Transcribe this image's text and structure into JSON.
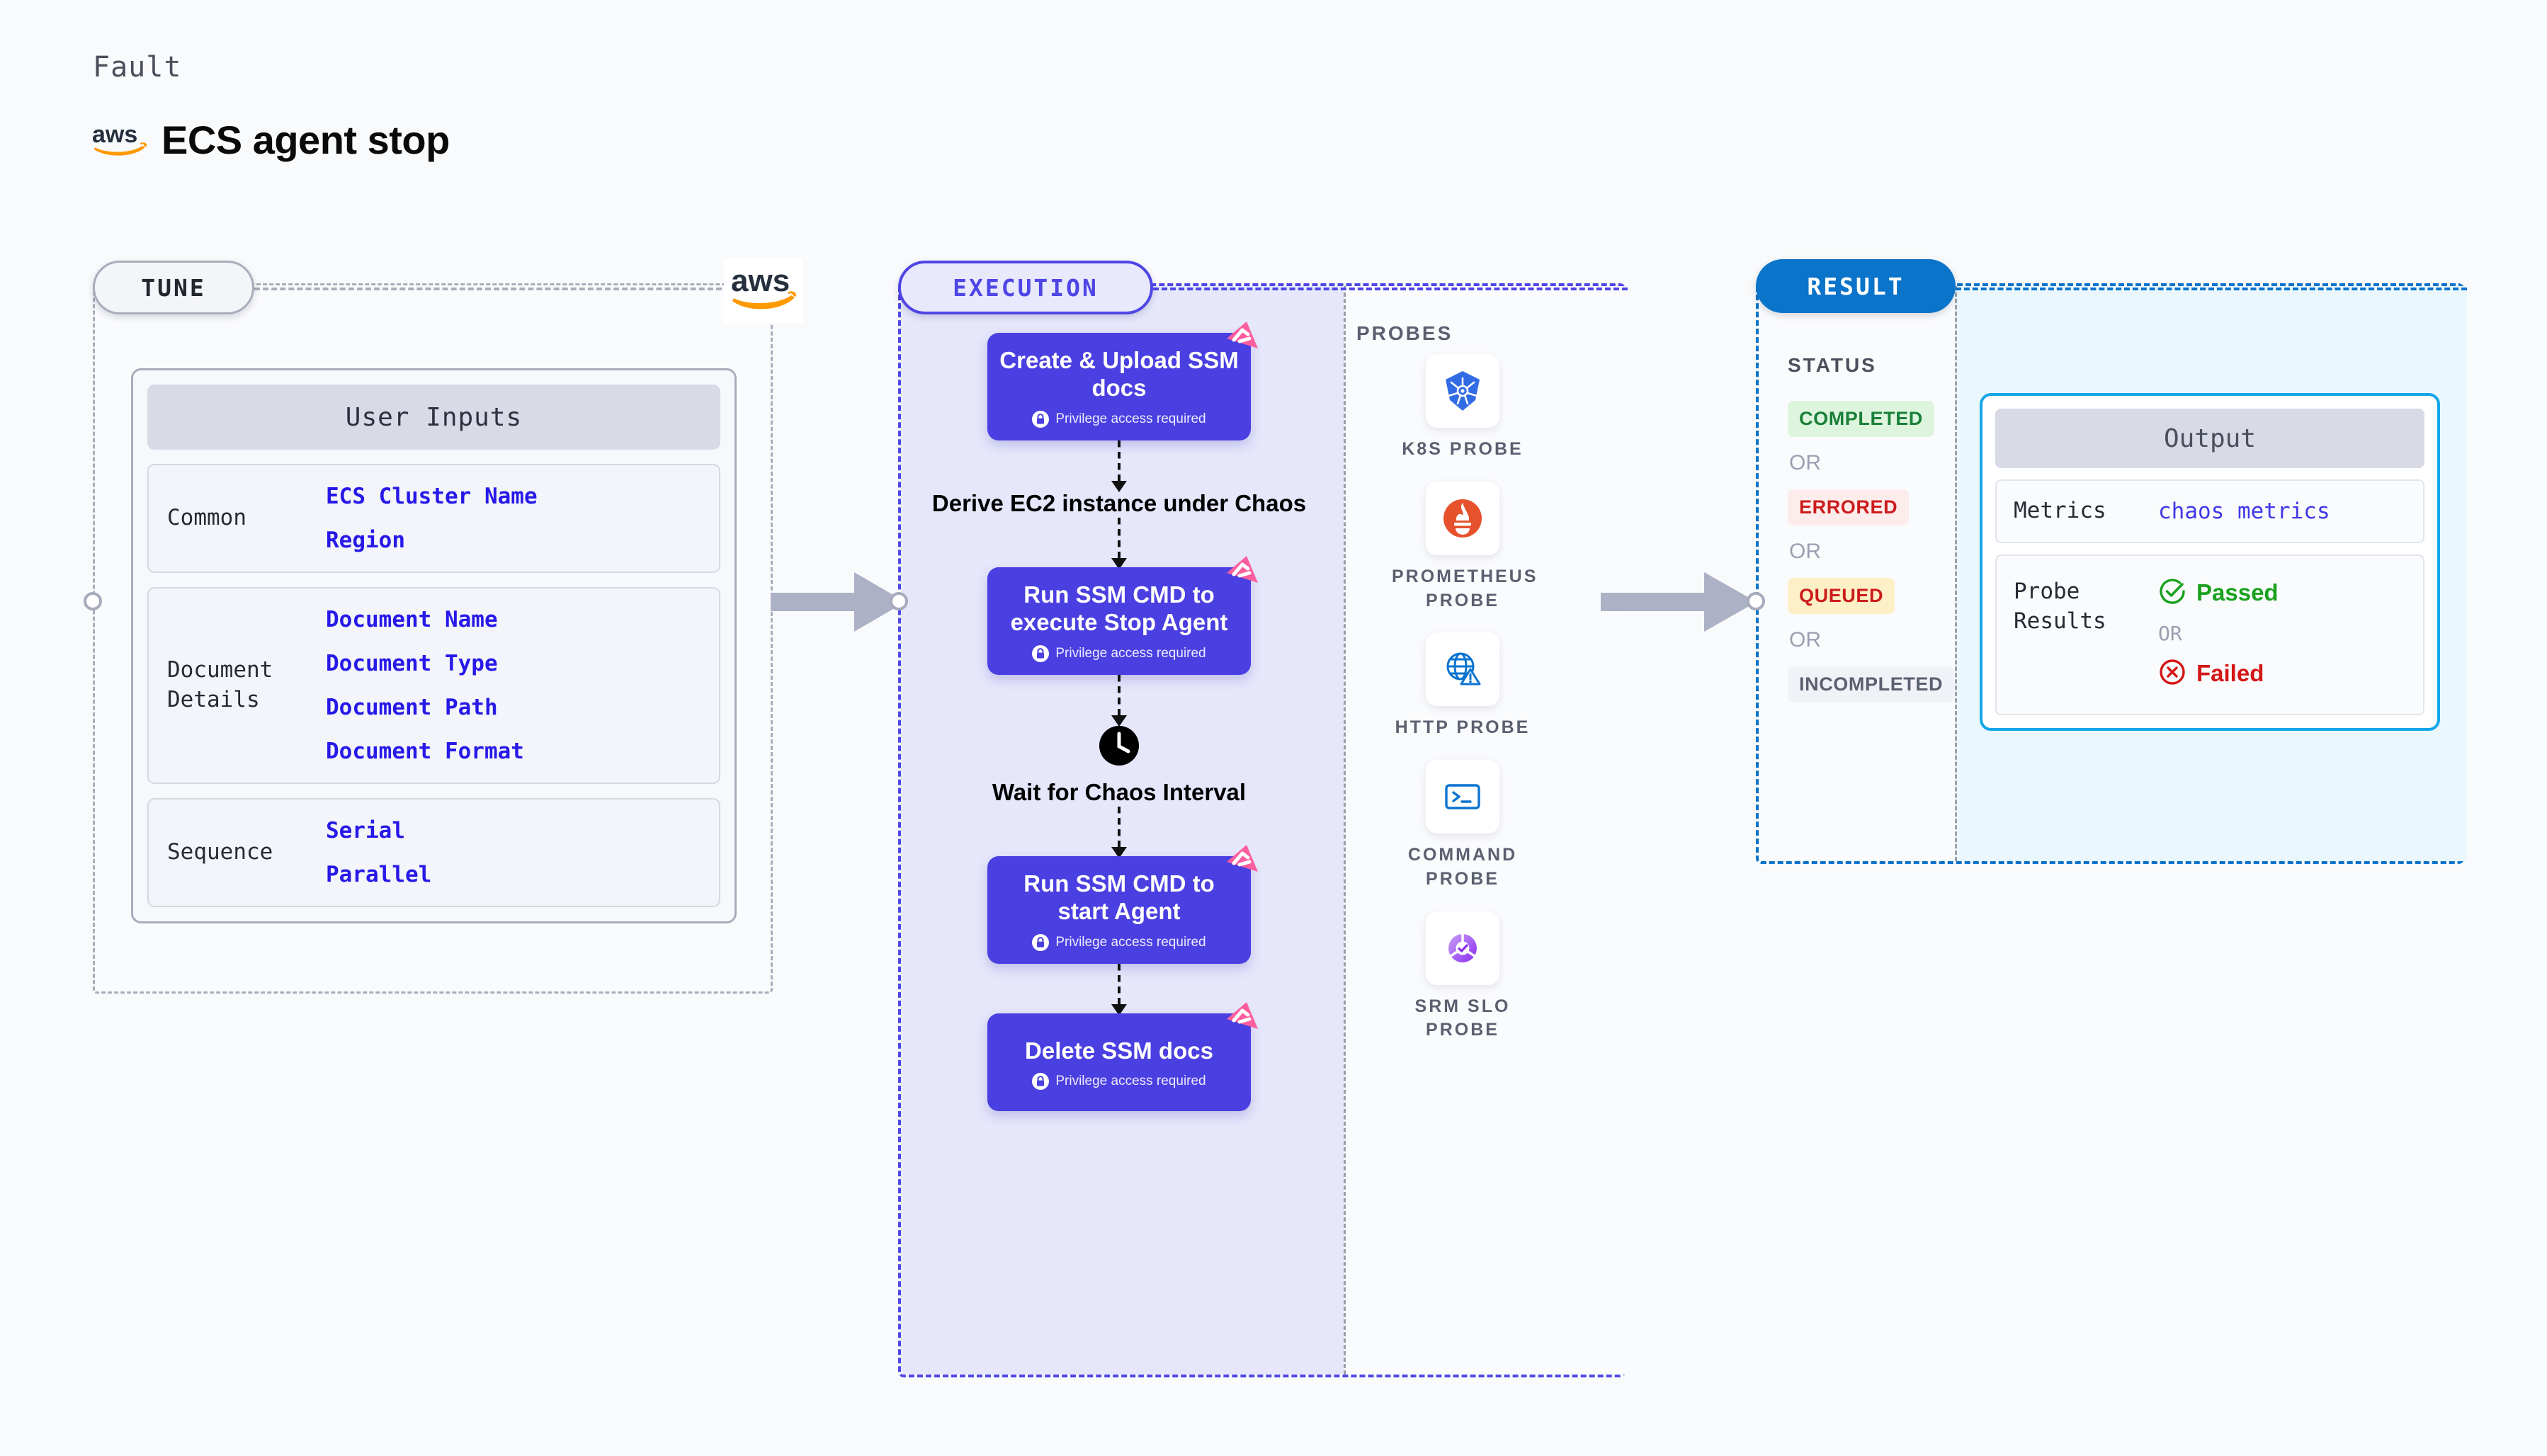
{
  "header": {
    "kicker": "Fault",
    "title": "ECS agent stop",
    "logo_icon": "aws-logo"
  },
  "stages": {
    "tune": {
      "pill": "TUNE",
      "logo_icon": "aws-logo"
    },
    "execution": {
      "pill": "EXECUTION"
    },
    "result": {
      "pill": "RESULT"
    }
  },
  "tune": {
    "card_title": "User Inputs",
    "groups": [
      {
        "name": "Common",
        "values": [
          "ECS Cluster Name",
          "Region"
        ]
      },
      {
        "name": "Document\nDetails",
        "values": [
          "Document Name",
          "Document Type",
          "Document Path",
          "Document Format"
        ]
      },
      {
        "name": "Sequence",
        "values": [
          "Serial",
          "Parallel"
        ]
      }
    ]
  },
  "execution": {
    "privilege_note": "Privilege access required",
    "nodes": [
      {
        "type": "box",
        "title": "Create & Upload SSM docs",
        "privileged": true,
        "badge_icon": "litmus-chaos-badge"
      },
      {
        "type": "plain",
        "title": "Derive EC2 instance under Chaos",
        "icon": ""
      },
      {
        "type": "box",
        "title": "Run SSM CMD to execute Stop Agent",
        "privileged": true,
        "badge_icon": "litmus-chaos-badge"
      },
      {
        "type": "plain",
        "title": "Wait for Chaos Interval",
        "icon": "clock-icon"
      },
      {
        "type": "box",
        "title": "Run SSM CMD to start Agent",
        "privileged": true,
        "badge_icon": "litmus-chaos-badge"
      },
      {
        "type": "box",
        "title": "Delete SSM docs",
        "privileged": true,
        "badge_icon": "litmus-chaos-badge"
      }
    ]
  },
  "probes": {
    "title": "PROBES",
    "items": [
      {
        "label": "K8S PROBE",
        "icon": "kubernetes-icon"
      },
      {
        "label": "PROMETHEUS PROBE",
        "icon": "prometheus-icon"
      },
      {
        "label": "HTTP PROBE",
        "icon": "http-globe-warning-icon"
      },
      {
        "label": "COMMAND PROBE",
        "icon": "terminal-icon"
      },
      {
        "label": "SRM SLO PROBE",
        "icon": "srm-slo-icon"
      }
    ]
  },
  "result": {
    "status_title": "STATUS",
    "or_label": "OR",
    "statuses": [
      {
        "label": "COMPLETED",
        "style": "completed"
      },
      {
        "label": "ERRORED",
        "style": "errored"
      },
      {
        "label": "QUEUED",
        "style": "queued"
      },
      {
        "label": "INCOMPLETED",
        "style": "incompleted"
      }
    ],
    "output": {
      "title": "Output",
      "metrics_label": "Metrics",
      "metrics_value": "chaos metrics",
      "probe_results_label": "Probe\nResults",
      "passed_label": "Passed",
      "failed_label": "Failed",
      "or_label": "OR",
      "passed_icon": "check-circle-icon",
      "failed_icon": "x-circle-icon"
    }
  },
  "colors": {
    "node_purple": "#4a3fe0",
    "execution_accent": "#4f46e5",
    "result_accent": "#0a73ca",
    "output_accent": "#14a6e8",
    "badge_pink": "#fb5e9e",
    "aws_orange": "#ff9900",
    "value_blue": "#2719e8",
    "passed_green": "#19a11f",
    "failed_red": "#d41616"
  }
}
